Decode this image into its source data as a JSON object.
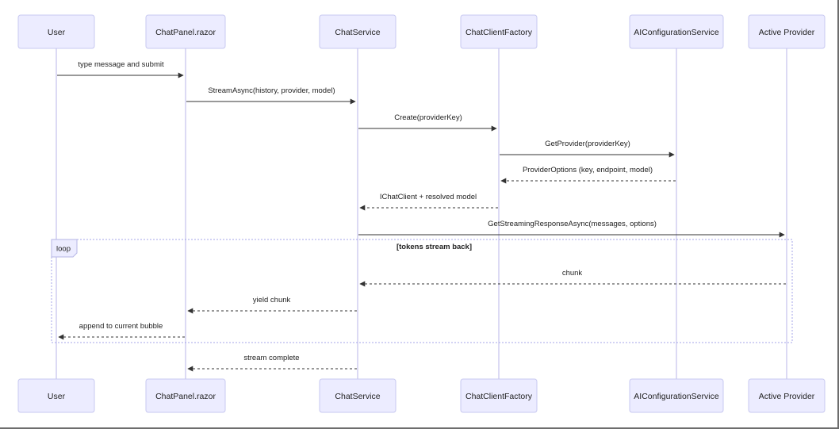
{
  "participants": [
    {
      "id": "user",
      "label": "User"
    },
    {
      "id": "chatpanel",
      "label": "ChatPanel.razor"
    },
    {
      "id": "chatservice",
      "label": "ChatService"
    },
    {
      "id": "factory",
      "label": "ChatClientFactory"
    },
    {
      "id": "aiconfig",
      "label": "AIConfigurationService"
    },
    {
      "id": "provider",
      "label": "Active Provider"
    }
  ],
  "messages": [
    {
      "from": "user",
      "to": "chatpanel",
      "label": "type message and submit",
      "style": "solid"
    },
    {
      "from": "chatpanel",
      "to": "chatservice",
      "label": "StreamAsync(history, provider, model)",
      "style": "solid"
    },
    {
      "from": "chatservice",
      "to": "factory",
      "label": "Create(providerKey)",
      "style": "solid"
    },
    {
      "from": "factory",
      "to": "aiconfig",
      "label": "GetProvider(providerKey)",
      "style": "solid"
    },
    {
      "from": "aiconfig",
      "to": "factory",
      "label": "ProviderOptions (key, endpoint, model)",
      "style": "dashed"
    },
    {
      "from": "factory",
      "to": "chatservice",
      "label": "IChatClient + resolved model",
      "style": "dashed"
    },
    {
      "from": "chatservice",
      "to": "provider",
      "label": "GetStreamingResponseAsync(messages, options)",
      "style": "solid"
    },
    {
      "from": "provider",
      "to": "chatservice",
      "label": "chunk",
      "style": "dashed"
    },
    {
      "from": "chatservice",
      "to": "chatpanel",
      "label": "yield chunk",
      "style": "dashed"
    },
    {
      "from": "chatpanel",
      "to": "user",
      "label": "append to current bubble",
      "style": "dashed"
    },
    {
      "from": "chatservice",
      "to": "chatpanel",
      "label": "stream complete",
      "style": "dashed"
    }
  ],
  "loop": {
    "label": "loop",
    "condition": "[tokens stream back]"
  }
}
